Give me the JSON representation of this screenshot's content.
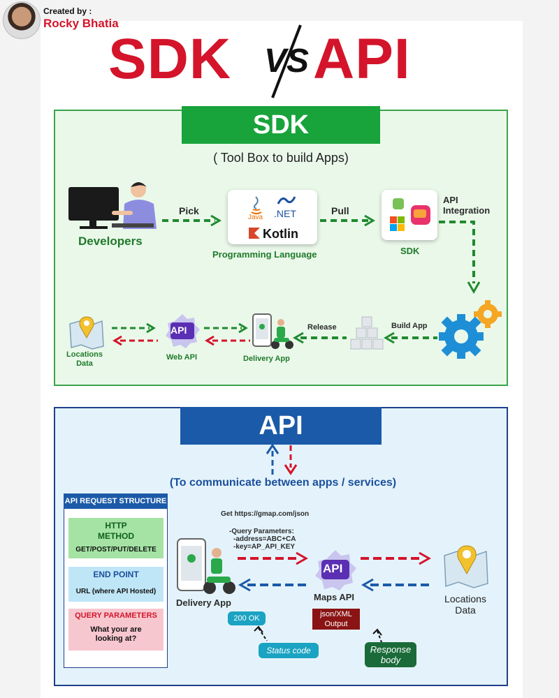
{
  "header": {
    "created_by": "Created by :",
    "author": "Rocky Bhatia",
    "title_left": "SDK",
    "title_vs": "VS",
    "title_right": "API"
  },
  "sdk": {
    "banner": "SDK",
    "subtitle": "( Tool Box to build Apps)",
    "developers": "Developers",
    "pick": "Pick",
    "pull": "Pull",
    "lang_java": "Java",
    "lang_net": ".NET",
    "lang_kotlin": "Kotlin",
    "programming_language": "Programming Language",
    "sdk_label": "SDK",
    "api_integration": "API Integration",
    "build_app": "Build App",
    "release": "Release",
    "delivery_app": "Delivery App",
    "web_api": "Web API",
    "api_badge": "API",
    "locations_data": "Locations Data"
  },
  "api": {
    "banner": "API",
    "subtitle": "(To communicate between apps / services)",
    "request_structure": {
      "title": "API REQUEST STRUCTURE",
      "http_method_title": "HTTP METHOD",
      "http_method_value": "GET/POST/PUT/DELETE",
      "endpoint_title": "END POINT",
      "endpoint_value": "URL (where API Hosted)",
      "query_title": "QUERY PARAMETERS",
      "query_value": "What your are looking at?"
    },
    "get_url": "Get https://gmap.com/json",
    "query_params_title": "-Query Parameters:",
    "query_param_1": "-address=ABC+CA",
    "query_param_2": "-key=AP_API_KEY",
    "delivery_app": "Delivery App",
    "api_badge": "API",
    "maps_api": "Maps API",
    "locations_data": "Locations Data",
    "status_ok": "200 OK",
    "status_code": "Status code",
    "json_xml": "json/XML Output",
    "response_body": "Response body"
  },
  "colors": {
    "red": "#d4142a",
    "green": "#18a33b",
    "blue": "#1b5aa8"
  }
}
